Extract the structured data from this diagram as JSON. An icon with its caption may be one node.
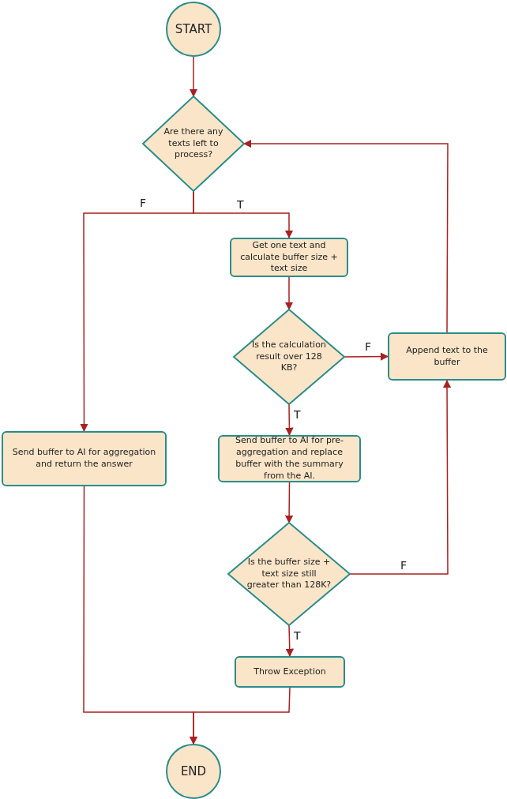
{
  "diagram": {
    "nodes": [
      {
        "text": [
          "START"
        ]
      },
      {
        "text": [
          "Are there any texts left to process?"
        ]
      },
      {
        "text": [
          "Get one text and calculate buffer size + text size"
        ]
      },
      {
        "text": [
          "Is the calculation result over 128 KB?"
        ]
      },
      {
        "text": [
          "Append text to the buffer"
        ]
      },
      {
        "text": [
          "Send buffer to AI for aggregation and return the answer"
        ]
      },
      {
        "text": [
          "Send buffer to AI for pre-aggregation and replace buffer with the summary from the AI."
        ]
      },
      {
        "text": [
          "Is the buffer size + text size still greater than 128K?"
        ]
      },
      {
        "text": [
          "Throw Exception"
        ]
      },
      {
        "text": [
          "END"
        ]
      }
    ],
    "edges": [
      {
        "from": 0,
        "to": 1,
        "arrow": "to"
      },
      {
        "from": 1,
        "to": 5,
        "arrow": "to",
        "label": "F"
      },
      {
        "from": 1,
        "to": 2,
        "arrow": "to",
        "label": "T"
      },
      {
        "from": 2,
        "to": 3,
        "arrow": "to"
      },
      {
        "from": 3,
        "to": 4,
        "arrow": "to",
        "label": "F"
      },
      {
        "from": 3,
        "to": 6,
        "arrow": "to",
        "label": "T"
      },
      {
        "from": 6,
        "to": 7,
        "arrow": "to"
      },
      {
        "from": 7,
        "to": 4,
        "arrow": "to",
        "label": "F"
      },
      {
        "from": 7,
        "to": 8,
        "arrow": "to",
        "label": "T"
      },
      {
        "from": 4,
        "to": 1,
        "arrow": "to"
      },
      {
        "from": 5,
        "to": 9,
        "arrow": "to"
      },
      {
        "from": 8,
        "to": 9,
        "arrow": "to"
      }
    ]
  }
}
